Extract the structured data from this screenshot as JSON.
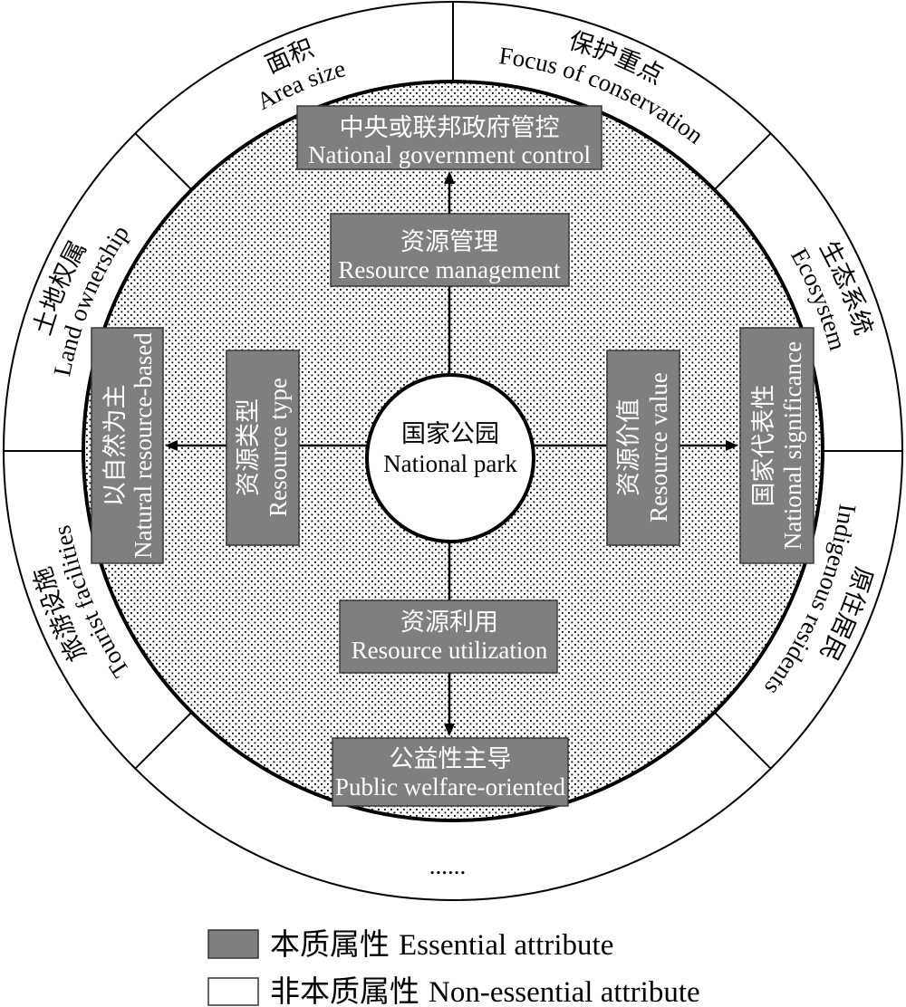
{
  "diagram": {
    "center": {
      "zh": "国家公园",
      "en": "National park"
    },
    "essential": {
      "national_government_control": {
        "zh": "中央或联邦政府管控",
        "en": "National government control"
      },
      "resource_management": {
        "zh": "资源管理",
        "en": "Resource management"
      },
      "resource_utilization": {
        "zh": "资源利用",
        "en": "Resource utilization"
      },
      "public_welfare_oriented": {
        "zh": "公益性主导",
        "en": "Public welfare-oriented"
      },
      "natural_resource_based": {
        "zh": "以自然为主",
        "en": "Natural resource-based"
      },
      "resource_type": {
        "zh": "资源类型",
        "en": "Resource type"
      },
      "resource_value": {
        "zh": "资源价值",
        "en": "Resource value"
      },
      "national_significance": {
        "zh": "国家代表性",
        "en": "National significance"
      }
    },
    "non_essential": {
      "area_size": {
        "zh": "面积",
        "en": "Area size"
      },
      "focus_of_conservation": {
        "zh": "保护重点",
        "en": "Focus of conservation"
      },
      "ecosystem": {
        "zh": "生态系统",
        "en": "Ecosystem"
      },
      "indigenous_residents": {
        "zh": "原住居民",
        "en": "Indigenous residents"
      },
      "more": "......",
      "tourist_facilities": {
        "zh": "旅游设施",
        "en": "Tourist facilities"
      },
      "land_ownership": {
        "zh": "土地权属",
        "en": "Land ownership"
      }
    }
  },
  "legend": {
    "essential": {
      "zh": "本质属性",
      "en": "Essential attribute"
    },
    "non_essential": {
      "zh": "非本质属性",
      "en": "Non-essential attribute"
    }
  },
  "colors": {
    "essential_fill": "#7f7f7f",
    "non_essential_fill": "#ffffff",
    "outline": "#000000",
    "box_text": "#ffffff"
  }
}
